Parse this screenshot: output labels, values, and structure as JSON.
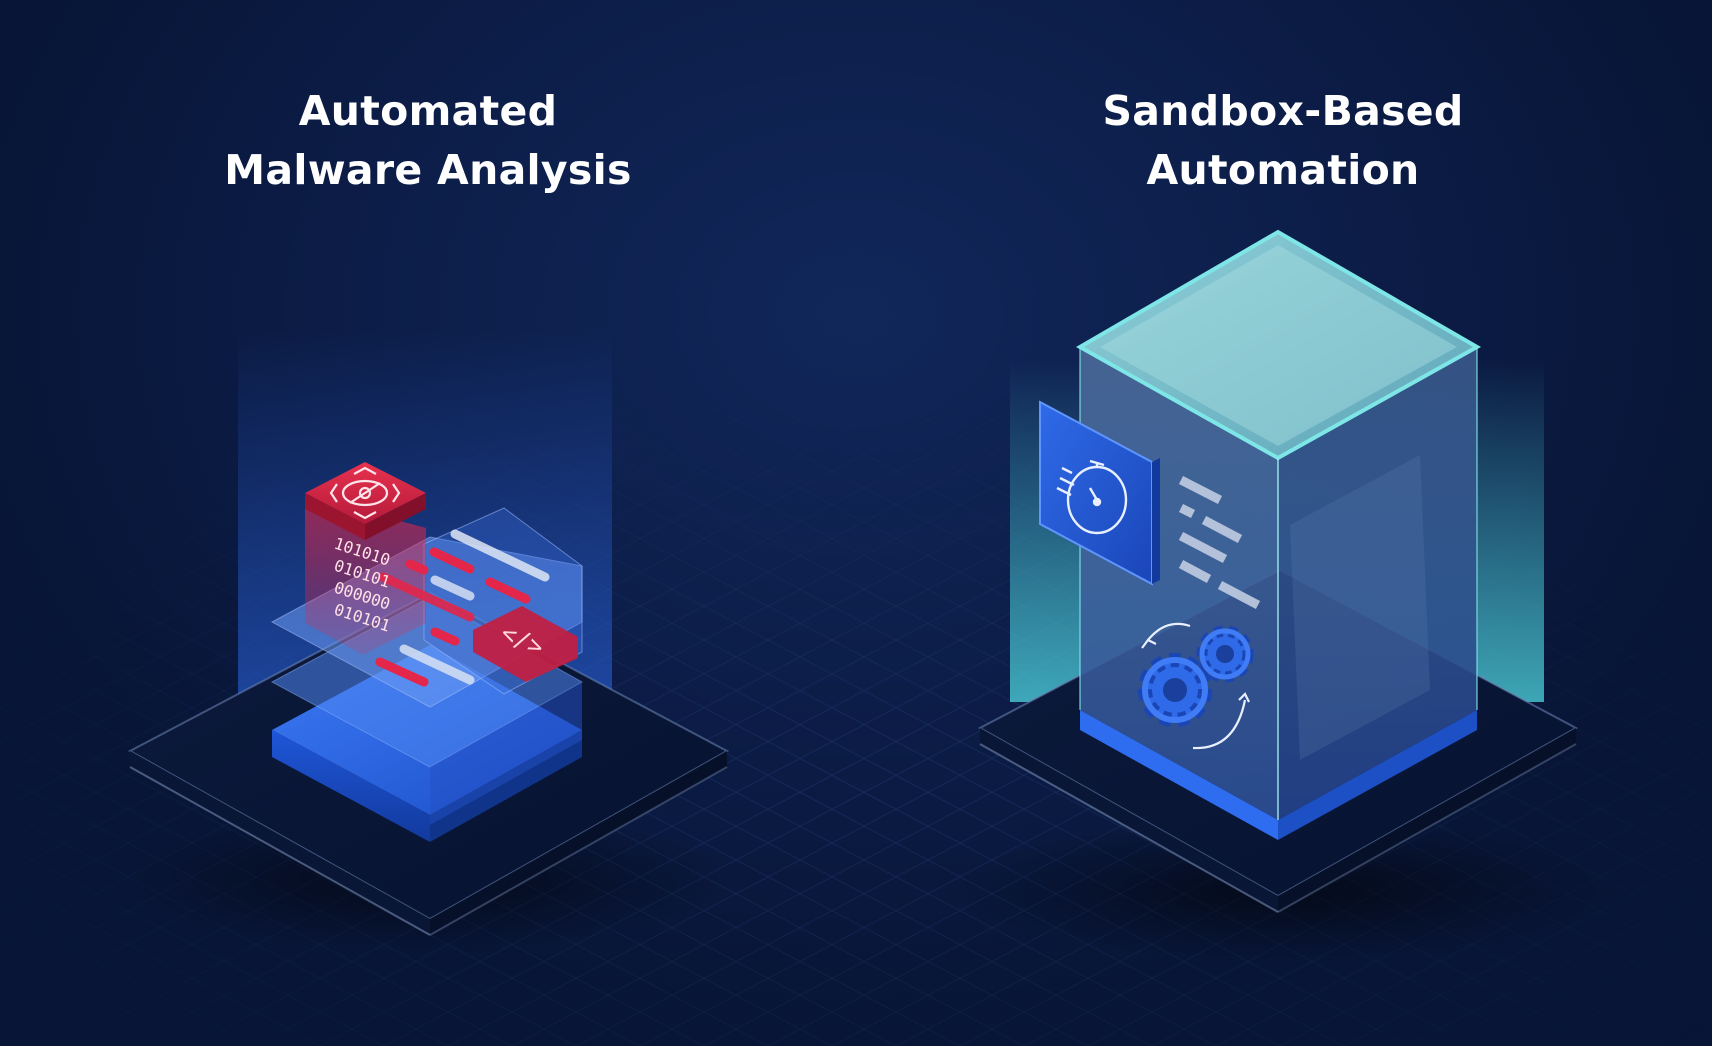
{
  "columns": [
    {
      "title_line1": "Automated",
      "title_line2": "Malware Analysis"
    },
    {
      "title_line1": "Sandbox-Based",
      "title_line2": "Automation"
    }
  ],
  "binary_lines": [
    "101010",
    "010101",
    "000000",
    "010101"
  ],
  "code_glyph": "</>",
  "colors": {
    "background": "#0b1b44",
    "accent_red": "#e3264a",
    "accent_blue": "#2e6cf0",
    "accent_cyan": "#7fe6e8"
  },
  "icons": [
    "eye-icon",
    "code-icon",
    "stopwatch-icon",
    "gears-icon"
  ]
}
